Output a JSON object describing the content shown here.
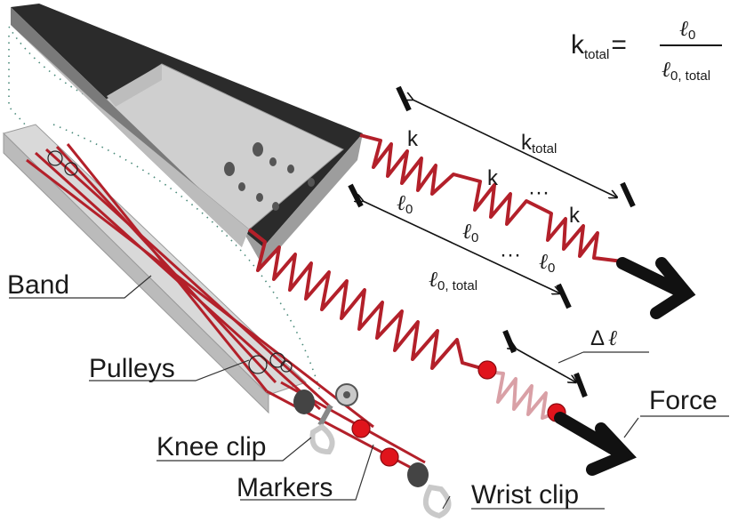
{
  "formula": {
    "k": "k",
    "k_sub": "total",
    "equals": "=",
    "numerator": "ℓ",
    "numerator_sub": "0",
    "denominator": "ℓ",
    "denominator_sub": "0, total"
  },
  "spring_labels": {
    "k": "k",
    "k_total": "k",
    "k_total_sub": "total",
    "l0": "ℓ",
    "l0_sub": "0",
    "l0_total": "ℓ",
    "l0_total_sub": "0, total",
    "dots": "···",
    "delta": "Δ",
    "delta_l": "ℓ"
  },
  "callouts": {
    "band": "Band",
    "pulleys": "Pulleys",
    "knee_clip": "Knee clip",
    "markers": "Markers",
    "wrist_clip": "Wrist clip",
    "force": "Force"
  },
  "colors": {
    "band_red": "#b3202a",
    "marker_red": "#e0141c",
    "stretch_pink": "#d9a0a6",
    "housing_dark": "#2b2b2b",
    "housing_grey": "#c9c9c9",
    "arrow_black": "#111111"
  }
}
